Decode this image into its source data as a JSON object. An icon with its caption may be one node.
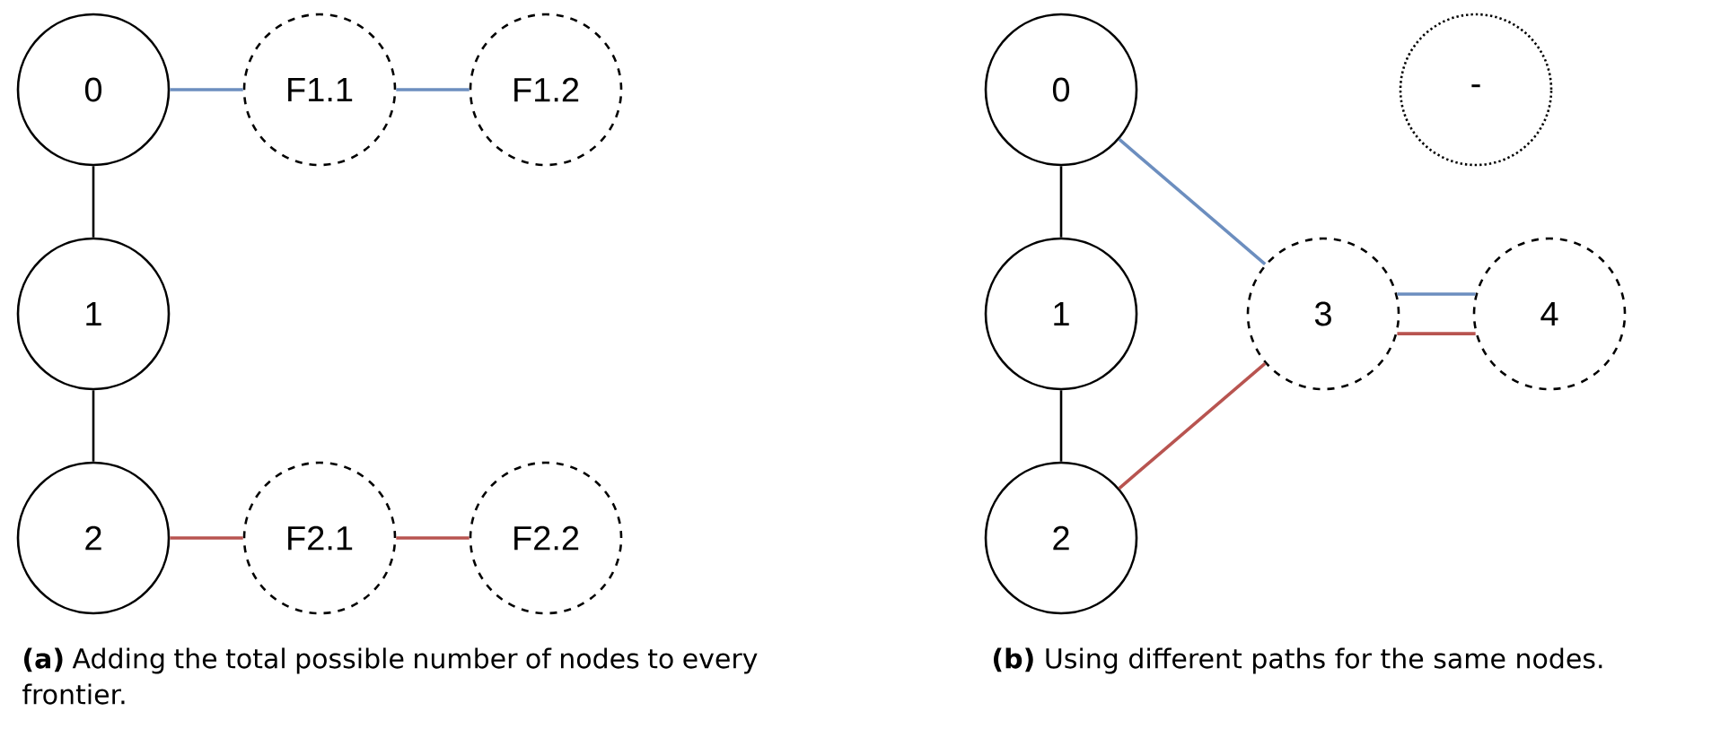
{
  "diagram": {
    "nodes": [
      {
        "text": [
          "0"
        ]
      },
      {
        "text": [
          "1"
        ]
      },
      {
        "text": [
          "2"
        ]
      },
      {
        "text": [
          "F1.1"
        ]
      },
      {
        "text": [
          "F1.2"
        ]
      },
      {
        "text": [
          "F2.1"
        ]
      },
      {
        "text": [
          "F2.2"
        ]
      },
      {
        "text": [
          "0"
        ]
      },
      {
        "text": [
          "1"
        ]
      },
      {
        "text": [
          "2"
        ]
      },
      {
        "text": [
          "-"
        ]
      },
      {
        "text": [
          "3"
        ]
      },
      {
        "text": [
          "4"
        ]
      }
    ],
    "edges": [
      {
        "from": 0,
        "to": 1,
        "arrow": "none"
      },
      {
        "from": 1,
        "to": 2,
        "arrow": "none"
      },
      {
        "from": 0,
        "to": 3,
        "arrow": "none",
        "color": "#6c8ebf"
      },
      {
        "from": 3,
        "to": 4,
        "arrow": "none",
        "color": "#6c8ebf"
      },
      {
        "from": 2,
        "to": 5,
        "arrow": "none",
        "color": "#b85450"
      },
      {
        "from": 5,
        "to": 6,
        "arrow": "none",
        "color": "#b85450"
      },
      {
        "from": 7,
        "to": 8,
        "arrow": "none"
      },
      {
        "from": 8,
        "to": 9,
        "arrow": "none"
      },
      {
        "from": 7,
        "to": 11,
        "arrow": "none",
        "color": "#6c8ebf"
      },
      {
        "from": 9,
        "to": 11,
        "arrow": "none",
        "color": "#b85450"
      },
      {
        "from": 11,
        "to": 12,
        "arrow": "none",
        "color": "#6c8ebf"
      },
      {
        "from": 11,
        "to": 12,
        "arrow": "none",
        "color": "#b85450"
      }
    ],
    "labels": [
      "**(a)** Adding the total possible number of nodes to every frontier.",
      "**(b)** Using different paths for the same nodes."
    ]
  }
}
